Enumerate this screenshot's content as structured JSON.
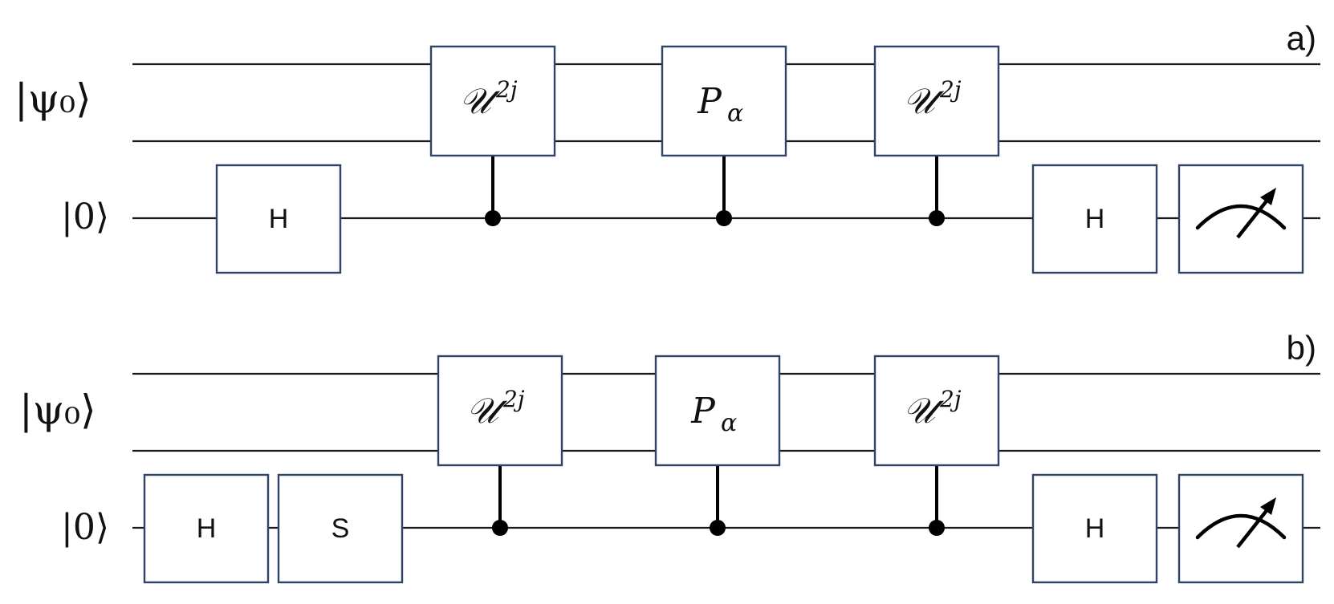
{
  "panels": [
    {
      "label": "a)",
      "register_label": "|ψ₀⟩",
      "ancilla_label": "|0⟩",
      "gates": [
        {
          "kind": "single",
          "text": "H"
        },
        {
          "kind": "controlled",
          "base": "𝒰",
          "sup": "2j"
        },
        {
          "kind": "controlled",
          "base": "P",
          "sub": "α"
        },
        {
          "kind": "controlled",
          "base": "𝒰",
          "sup": "2j"
        },
        {
          "kind": "single",
          "text": "H"
        },
        {
          "kind": "measure",
          "icon": "meter-icon"
        }
      ]
    },
    {
      "label": "b)",
      "register_label": "|ψ₀⟩",
      "ancilla_label": "|0⟩",
      "gates": [
        {
          "kind": "single",
          "text": "H"
        },
        {
          "kind": "single",
          "text": "S"
        },
        {
          "kind": "controlled",
          "base": "𝒰",
          "sup": "2j"
        },
        {
          "kind": "controlled",
          "base": "P",
          "sub": "α"
        },
        {
          "kind": "controlled",
          "base": "𝒰",
          "sup": "2j"
        },
        {
          "kind": "single",
          "text": "H"
        },
        {
          "kind": "measure",
          "icon": "meter-icon"
        }
      ]
    }
  ],
  "colors": {
    "gate_border": "#2f4366",
    "wire": "#1a1a1a",
    "control": "#000000"
  }
}
